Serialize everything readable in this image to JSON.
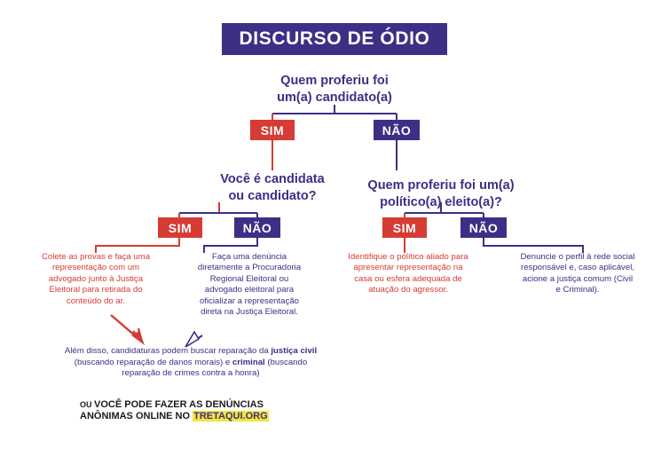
{
  "title": "DISCURSO DE ÓDIO",
  "questions": {
    "root": "Quem proferiu foi\num(a) candidato(a)",
    "left": "Você é candidata\nou candidato?",
    "right": "Quem proferiu foi um(a)\npolítico(a) eleito(a)?"
  },
  "tags": {
    "root_yes": "SIM",
    "root_no": "NÃO",
    "left_yes": "SIM",
    "left_no": "NÃO",
    "right_yes": "SIM",
    "right_no": "NÃO"
  },
  "leaves": {
    "left_yes_text": "Colete as provas e faça uma representação com um advogado junto à Justiça Eleitoral para retirada do conteúdo do ar.",
    "left_no_text": "Faça uma denúncia diretamente a Procuradoria Regional Eleitoral ou advogado eleitoral para oficializar a representação direta na Justiça Eleitoral.",
    "right_yes_text": "Identifique o político aliado para apresentar representação na casa ou esfera adequada de atuação do agressor.",
    "right_no_text": "Denuncie o perfil à rede social responsável e, caso aplicável, acione a justiça comum (Civil e Criminal)."
  },
  "bottom_note": {
    "part1": "Além disso, candidaturas podem buscar reparação da ",
    "bold1": "justiça civil",
    "part2": " (buscando reparação de danos morais) e ",
    "bold2": "criminal",
    "part3": " (buscando reparação de crimes contra a honra)"
  },
  "footer": {
    "prefix": "OU ",
    "line1": "VOCÊ PODE FAZER AS DENÚNCIAS",
    "line2_prefix": "ANÔNIMAS ONLINE NO ",
    "highlight": "TRETAQUI.ORG"
  },
  "colors": {
    "purple": "#3b3086",
    "red": "#d63b35",
    "yellow": "#f2e63c",
    "white": "#ffffff"
  }
}
